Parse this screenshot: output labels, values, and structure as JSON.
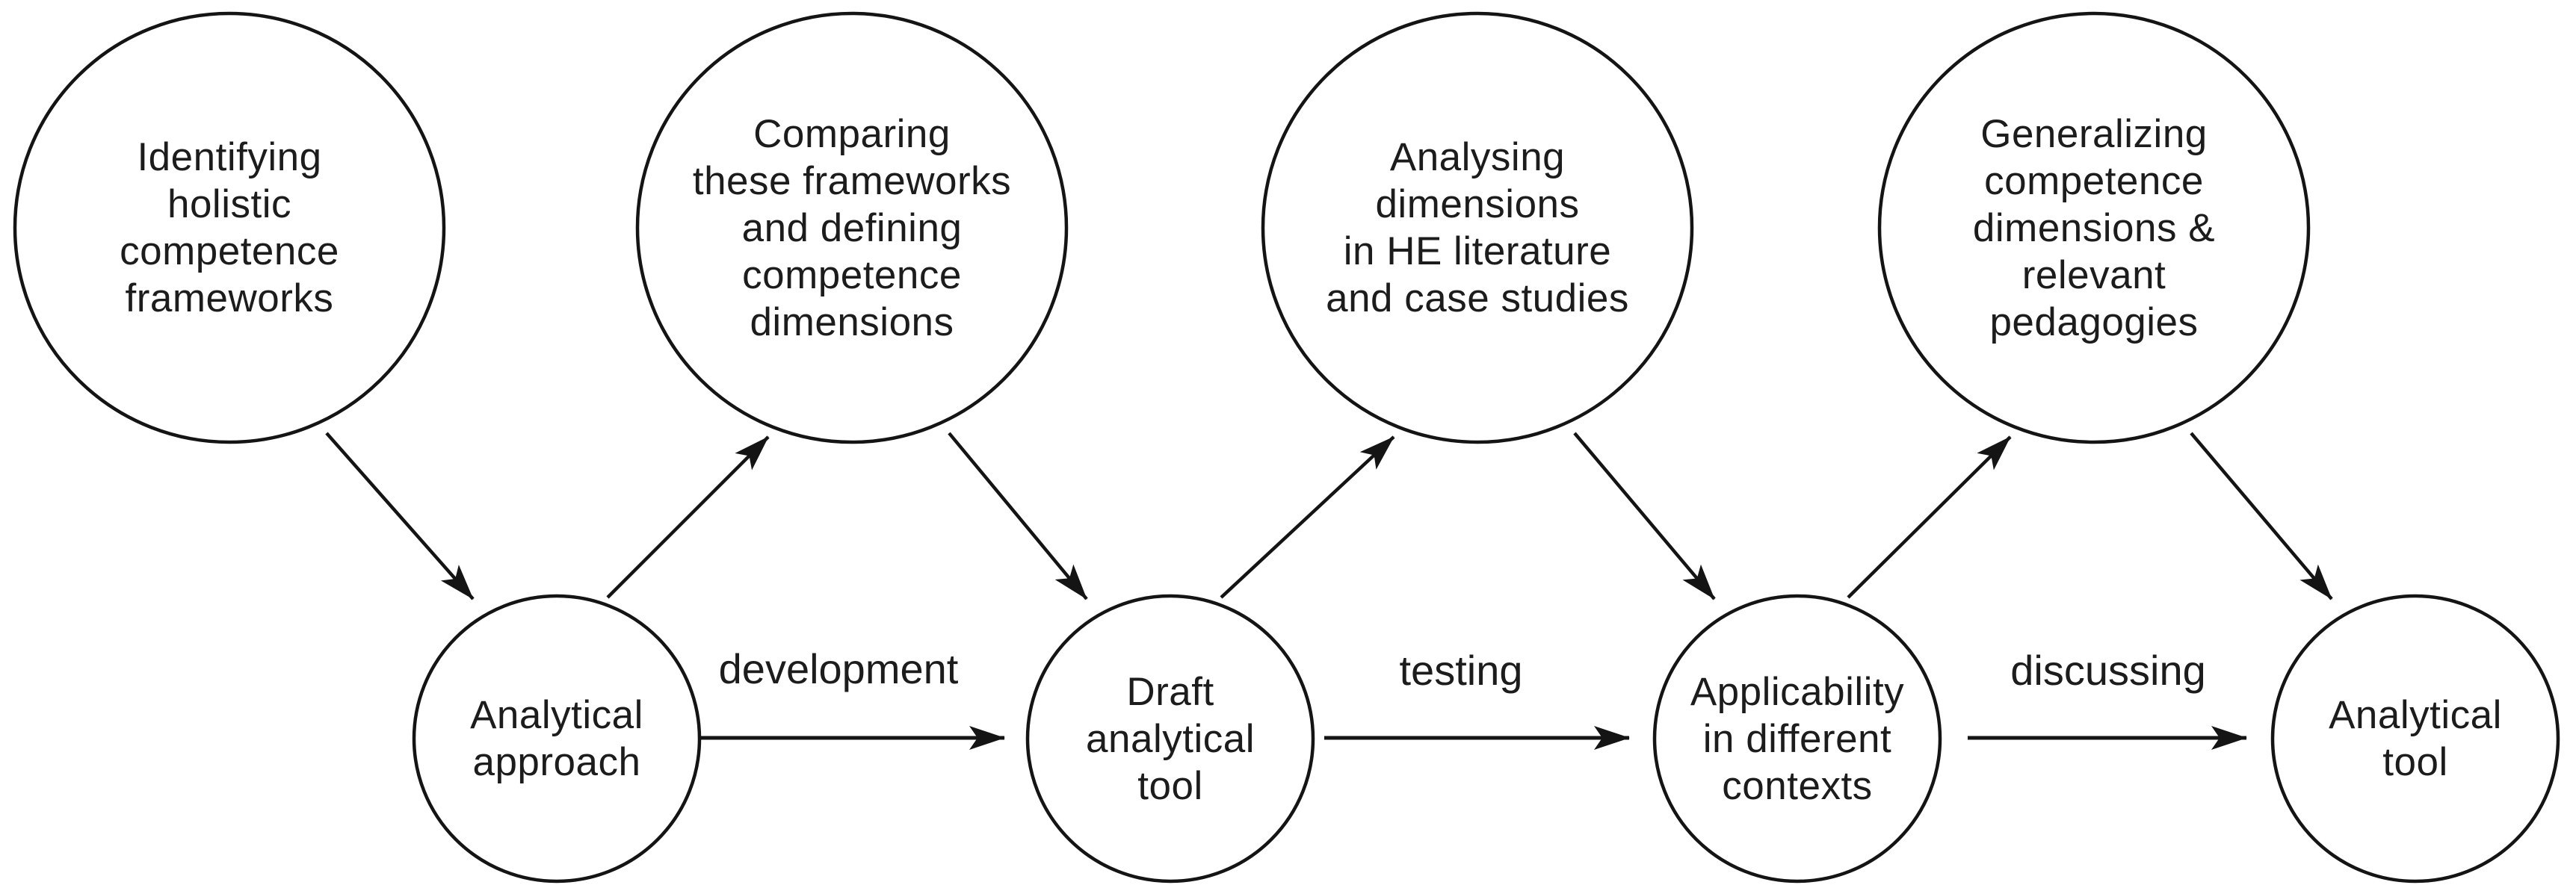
{
  "diagram": {
    "colors": {
      "background": "#ffffff",
      "stroke": "#141414",
      "text": "#1c1c1c"
    },
    "top_row": [
      {
        "id": "identifying-holistic-competence-frameworks",
        "lines": [
          "Identifying",
          "holistic",
          "competence",
          "frameworks"
        ]
      },
      {
        "id": "comparing-frameworks-and-defining-dimensions",
        "lines": [
          "Comparing",
          "these frameworks",
          "and defining",
          "competence",
          "dimensions"
        ]
      },
      {
        "id": "analysing-dimensions-in-he-literature",
        "lines": [
          "Analysing",
          "dimensions",
          "in HE literature",
          "and case studies"
        ]
      },
      {
        "id": "generalizing-competence-dimensions-pedagogies",
        "lines": [
          "Generalizing",
          "competence",
          "dimensions &",
          "relevant",
          "pedagogies"
        ]
      }
    ],
    "bottom_row": [
      {
        "id": "analytical-approach",
        "lines": [
          "Analytical",
          "approach"
        ]
      },
      {
        "id": "draft-analytical-tool",
        "lines": [
          "Draft",
          "analytical",
          "tool"
        ]
      },
      {
        "id": "applicability-in-different-contexts",
        "lines": [
          "Applicability",
          "in different",
          "contexts"
        ]
      },
      {
        "id": "analytical-tool",
        "lines": [
          "Analytical",
          "tool"
        ]
      }
    ],
    "edge_labels": [
      {
        "text": "development"
      },
      {
        "text": "testing"
      },
      {
        "text": "discussing"
      }
    ],
    "edges": [
      {
        "from": "identifying-holistic-competence-frameworks",
        "to": "analytical-approach",
        "label": ""
      },
      {
        "from": "analytical-approach",
        "to": "comparing-frameworks-and-defining-dimensions",
        "label": ""
      },
      {
        "from": "comparing-frameworks-and-defining-dimensions",
        "to": "draft-analytical-tool",
        "label": ""
      },
      {
        "from": "draft-analytical-tool",
        "to": "analysing-dimensions-in-he-literature",
        "label": ""
      },
      {
        "from": "analysing-dimensions-in-he-literature",
        "to": "applicability-in-different-contexts",
        "label": ""
      },
      {
        "from": "applicability-in-different-contexts",
        "to": "generalizing-competence-dimensions-pedagogies",
        "label": ""
      },
      {
        "from": "generalizing-competence-dimensions-pedagogies",
        "to": "analytical-tool",
        "label": ""
      },
      {
        "from": "analytical-approach",
        "to": "draft-analytical-tool",
        "label": "development"
      },
      {
        "from": "draft-analytical-tool",
        "to": "applicability-in-different-contexts",
        "label": "testing"
      },
      {
        "from": "applicability-in-different-contexts",
        "to": "analytical-tool",
        "label": "discussing"
      }
    ]
  }
}
